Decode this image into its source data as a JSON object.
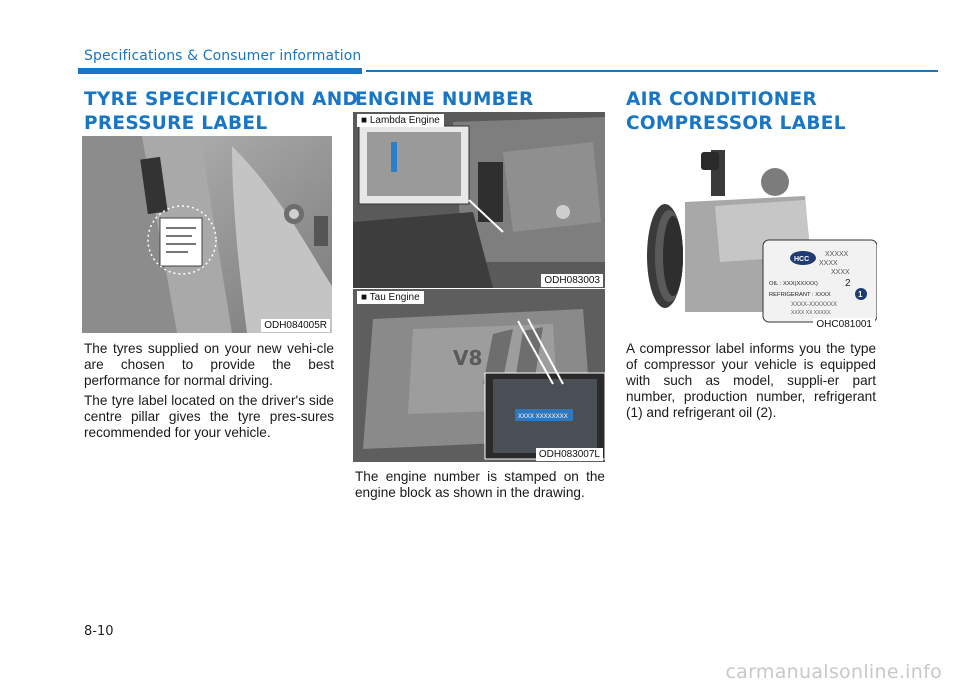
{
  "header": {
    "section_title": "Specifications & Consumer information"
  },
  "tyre": {
    "heading_line1": "TYRE SPECIFICATION AND",
    "heading_line2": "PRESSURE LABEL",
    "image_code": "ODH084005R",
    "paragraph1": "The tyres supplied on your new vehi-cle are chosen to provide the best performance for normal driving.",
    "paragraph2": "The tyre label located on the driver's side centre pillar gives the tyre pres-sures recommended for your vehicle."
  },
  "engine": {
    "heading": "ENGINE NUMBER",
    "image1_label": "■ Lambda Engine",
    "image1_code": "ODH083003",
    "image2_label": "■ Tau Engine",
    "image2_code": "ODH083007L",
    "engine_badge": "V8",
    "stamp_text": "XXXX XXXXXXXX",
    "paragraph": "The engine number is stamped on the engine block as shown in the drawing."
  },
  "aircon": {
    "heading_line1": "AIR CONDITIONER",
    "heading_line2": "COMPRESSOR LABEL",
    "image_code": "OHC081001",
    "label_logo": "HCC",
    "label_line1": "XXXXX",
    "label_line2": "XXXX",
    "label_line3": "XXXX",
    "label_oil": "OIL : XXX(XXXXX)",
    "label_refrigerant": "REFRIGERANT : XXXX",
    "label_line6": "XXXX-XXXXXXX",
    "label_line7": "XXXX XX XXXXX",
    "callout_1": "1",
    "callout_2": "2",
    "paragraph": "A compressor label informs you the type of compressor your vehicle is equipped with such as model, suppli-er part number, production number, refrigerant (1) and refrigerant oil (2)."
  },
  "footer": {
    "page_number": "8-10",
    "watermark": "carmanualsonline.info"
  },
  "colors": {
    "accent": "#1976c4",
    "text": "#1a1a1a"
  }
}
